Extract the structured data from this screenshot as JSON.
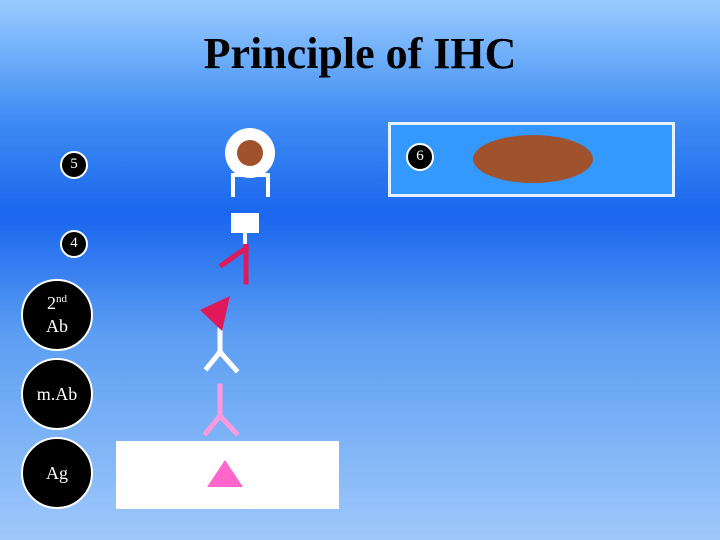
{
  "title": "Principle of IHC",
  "steps": {
    "s5": "5",
    "s4": "4",
    "s6": "6",
    "second_ab_main": "2",
    "second_ab_sup": "nd",
    "second_ab_line2": "Ab",
    "mab": "m.Ab",
    "ag": "Ag"
  },
  "colors": {
    "antigen": "#ff66cc",
    "primary_antibody": "#ff99dd",
    "secondary_antibody": "#ffffff",
    "label_triangle": "#e0195b",
    "linker": "#e0195b",
    "chromogen": "#a0522d",
    "step6_background": "#3399ff"
  }
}
